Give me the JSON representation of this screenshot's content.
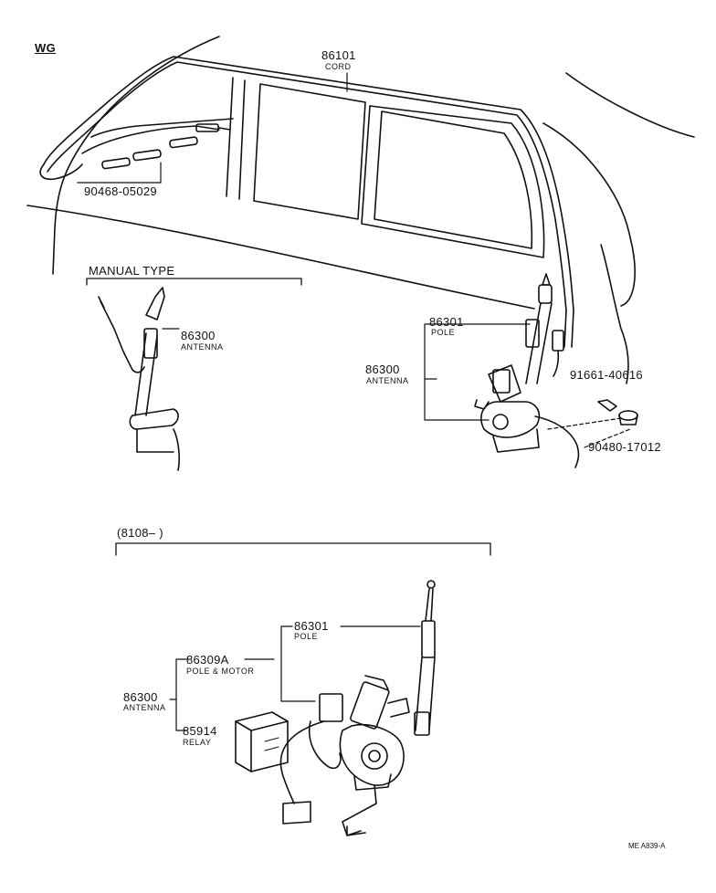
{
  "section_code": "WG",
  "top_group": {
    "cord": {
      "part": "86101",
      "name": "CORD"
    },
    "clip_part": "90468-05029"
  },
  "manual_type": {
    "heading": "MANUAL TYPE",
    "antenna": {
      "part": "86300",
      "name": "ANTENNA"
    }
  },
  "power_type": {
    "pole": {
      "part": "86301",
      "name": "POLE"
    },
    "antenna": {
      "part": "86300",
      "name": "ANTENNA"
    },
    "screw_part": "91661-40616",
    "grommet_part": "90480-17012"
  },
  "late_group": {
    "heading": "(8108–          )",
    "pole": {
      "part": "86301",
      "name": "POLE"
    },
    "pole_motor": {
      "part": "86309A",
      "name": "POLE & MOTOR"
    },
    "antenna": {
      "part": "86300",
      "name": "ANTENNA"
    },
    "relay": {
      "part": "85914",
      "name": "RELAY"
    }
  },
  "figure_code": "ME A839-A"
}
